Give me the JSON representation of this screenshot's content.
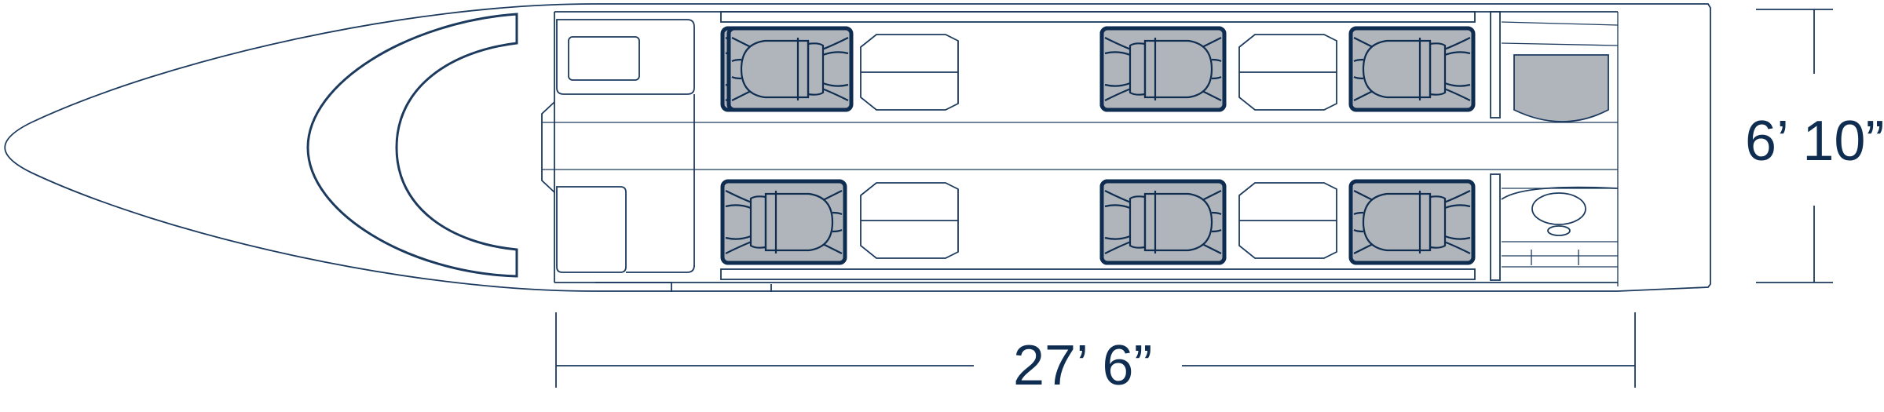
{
  "dimensions": {
    "height_label": "6’ 10”",
    "length_label": "27’ 6”"
  },
  "colors": {
    "outline": "#1c3a5e",
    "seat_fill": "#b0b5bc",
    "seat_frame": "#0f2d50",
    "dim_text": "#0f2d50",
    "background": "#ffffff"
  },
  "icons": [
    "seat-icon",
    "table-icon",
    "cockpit-windshield",
    "lavatory-sink-icon",
    "galley-icon",
    "sofa-icon"
  ]
}
